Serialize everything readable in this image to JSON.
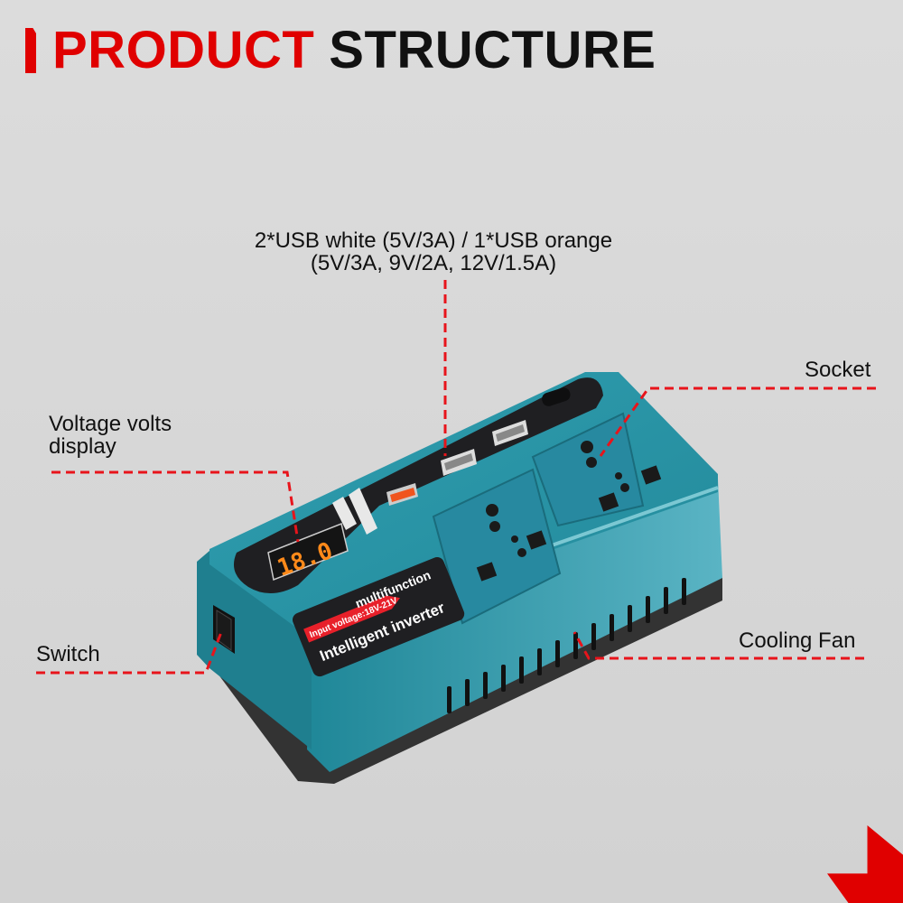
{
  "header": {
    "title_part1": "PRODUCT",
    "title_part2": "STRUCTURE",
    "accent_color": "#e00000"
  },
  "callouts": {
    "usb": {
      "line1": "2*USB white (5V/3A) / 1*USB orange",
      "line2": "(5V/3A, 9V/2A, 12V/1.5A)"
    },
    "voltage_display": {
      "line1": "Voltage volts",
      "line2": "display"
    },
    "switch": {
      "label": "Switch"
    },
    "socket": {
      "label": "Socket"
    },
    "cooling_fan": {
      "label": "Cooling Fan"
    },
    "line_color": "#e8141b"
  },
  "product": {
    "name": "Intelligent inverter",
    "subtitle": "multifunction",
    "input_voltage": "Input voltage:18V-21V",
    "display_reading": "18.0",
    "body_color": "#2a93a5",
    "usb_ports": [
      {
        "color": "orange",
        "spec": "5V/3A, 9V/2A, 12V/1.5A"
      },
      {
        "color": "white",
        "spec": "5V/3A"
      },
      {
        "color": "white",
        "spec": "5V/3A"
      }
    ],
    "socket_count": 2
  },
  "decor": {
    "corner_arrow": "red-corner-chevron"
  }
}
